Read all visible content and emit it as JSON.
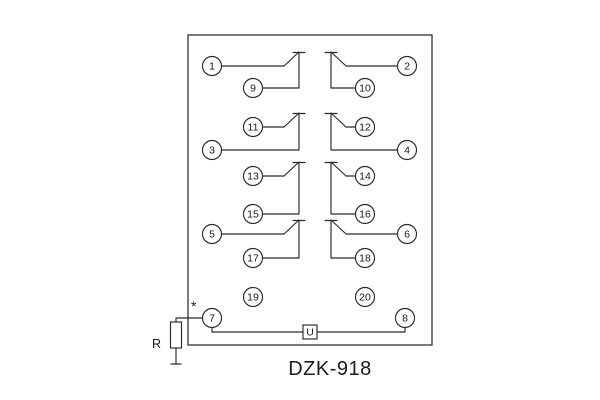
{
  "meta": {
    "background": "#ffffff",
    "line_color": "#2a2a2a"
  },
  "title": "DZK-918",
  "labels": {
    "resistor": "R",
    "polarity": "*",
    "component_u": "U"
  },
  "terminals": {
    "t1": "1",
    "t2": "2",
    "t3": "3",
    "t4": "4",
    "t5": "5",
    "t6": "6",
    "t7": "7",
    "t8": "8",
    "t9": "9",
    "t10": "10",
    "t11": "11",
    "t12": "12",
    "t13": "13",
    "t14": "14",
    "t15": "15",
    "t16": "16",
    "t17": "17",
    "t18": "18",
    "t19": "19",
    "t20": "20"
  },
  "contacts": [
    [
      "1",
      "9"
    ],
    [
      "2",
      "10"
    ],
    [
      "11",
      "3"
    ],
    [
      "12",
      "4"
    ],
    [
      "13",
      "15"
    ],
    [
      "14",
      "16"
    ],
    [
      "5",
      "17"
    ],
    [
      "6",
      "18"
    ]
  ]
}
